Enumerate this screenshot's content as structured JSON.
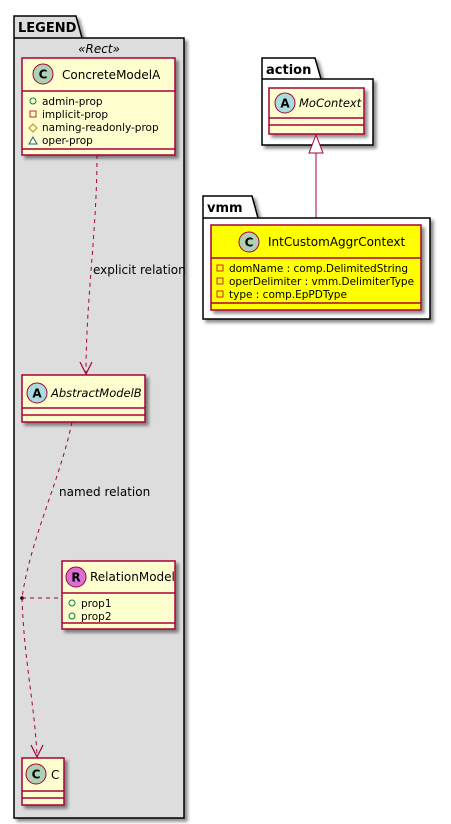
{
  "colors": {
    "class_fill": "#FEFECE",
    "class_border": "#A80036",
    "highlight_fill": "#FFFF00",
    "package_legend_fill": "#DDDDDD",
    "package_fill": "#FFFFFF",
    "circle_class": "#ADD1B2",
    "circle_abstract": "#A9DCDF",
    "circle_relation": "#DA70D6",
    "edge": "#A80036"
  },
  "packages": {
    "legend": {
      "title": "LEGEND",
      "stereotype": "«Rect»"
    },
    "action": {
      "title": "action"
    },
    "vmm": {
      "title": "vmm"
    }
  },
  "classes": {
    "concrete_model_a": {
      "name": "ConcreteModelA",
      "circle_letter": "C",
      "attributes": [
        {
          "vis": "+",
          "name": "admin-prop"
        },
        {
          "vis": "-",
          "name": "implicit-prop"
        },
        {
          "vis": "#",
          "name": "naming-readonly-prop"
        },
        {
          "vis": "~",
          "name": "oper-prop"
        }
      ]
    },
    "abstract_model_b": {
      "name": "AbstractModelB",
      "circle_letter": "A"
    },
    "relation_model": {
      "name": "RelationModel",
      "circle_letter": "R",
      "attributes": [
        {
          "vis": "+",
          "name": "prop1"
        },
        {
          "vis": "+",
          "name": "prop2"
        }
      ]
    },
    "c": {
      "name": "C",
      "circle_letter": "C"
    },
    "mo_context": {
      "name": "MoContext",
      "circle_letter": "A"
    },
    "int_custom_aggr_context": {
      "name": "IntCustomAggrContext",
      "circle_letter": "C",
      "attributes": [
        {
          "vis": "-",
          "name": "domName : comp.DelimitedString"
        },
        {
          "vis": "-",
          "name": "operDelimiter : vmm.DelimiterType"
        },
        {
          "vis": "-",
          "name": "type : comp.EpPDType"
        }
      ]
    }
  },
  "edges": {
    "explicit_relation": "explicit relation",
    "named_relation": "named relation"
  }
}
